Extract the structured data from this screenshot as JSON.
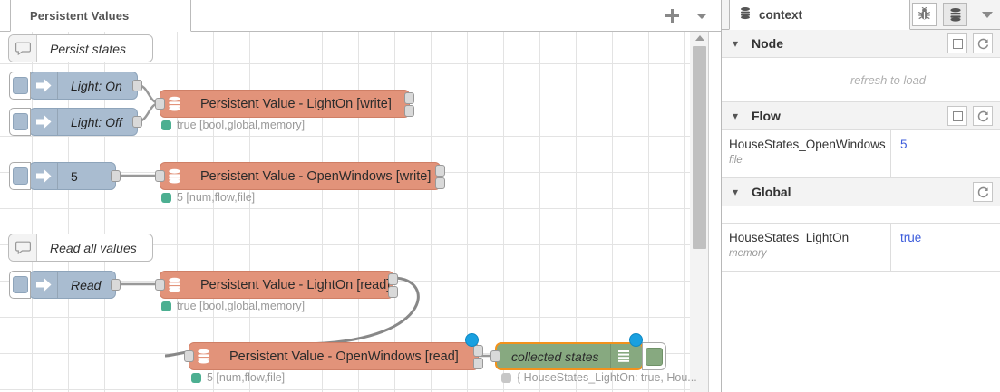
{
  "editor": {
    "tab": {
      "label": "Persistent Values"
    },
    "toolbar": {
      "add_label": "+",
      "add_name": "add-flow-button",
      "menu_name": "flow-menu-button"
    },
    "comments": [
      {
        "text": "Persist states",
        "icon": "comment-icon"
      },
      {
        "text": "Read all values",
        "icon": "comment-icon"
      }
    ],
    "inject_nodes": [
      {
        "label": "Light: On",
        "italic": true
      },
      {
        "label": "Light: Off",
        "italic": true
      },
      {
        "label": "5",
        "italic": false
      },
      {
        "label": "Read",
        "italic": true
      }
    ],
    "pv_nodes": [
      {
        "label": "Persistent Value - LightOn [write]",
        "status": "true [bool,global,memory]",
        "status_color": "green"
      },
      {
        "label": "Persistent Value - OpenWindows [write]",
        "status": "5 [num,flow,file]",
        "status_color": "green"
      },
      {
        "label": "Persistent Value - LightOn [read]",
        "status": "true [bool,global,memory]",
        "status_color": "green"
      },
      {
        "label": "Persistent Value - OpenWindows [read]",
        "status": "5 [num,flow,file]",
        "status_color": "green"
      }
    ],
    "debug_node": {
      "label": "collected states",
      "status": "{ HouseStates_LightOn: true, Hou...",
      "status_color": "grey",
      "selected": true
    },
    "colors": {
      "inject": "#a9bcd0",
      "persistent_value": "#e2937a",
      "debug": "#87a980",
      "selection": "#f2921d",
      "handle": "#19a0e0",
      "status_ok": "#4caf91"
    }
  },
  "sidebar": {
    "tab": {
      "label": "context",
      "icon": "database-icon"
    },
    "tab_buttons": [
      {
        "name": "debug-tab-button",
        "icon": "bug-icon",
        "active": false
      },
      {
        "name": "context-tab-button",
        "icon": "database-icon",
        "active": true
      }
    ],
    "sections": [
      {
        "title": "Node",
        "expanded": true,
        "buttons": [
          "select-node-button",
          "refresh-button"
        ],
        "empty_text": "refresh to load",
        "rows": []
      },
      {
        "title": "Flow",
        "expanded": true,
        "buttons": [
          "select-node-button",
          "refresh-button"
        ],
        "empty_text": "",
        "rows": [
          {
            "key": "HouseStates_OpenWindows",
            "store": "file",
            "value": "5"
          }
        ]
      },
      {
        "title": "Global",
        "expanded": true,
        "buttons": [
          "refresh-button"
        ],
        "empty_text": "",
        "rows": [
          {
            "key": "HouseStates_LightOn",
            "store": "memory",
            "value": "true"
          }
        ]
      }
    ]
  }
}
